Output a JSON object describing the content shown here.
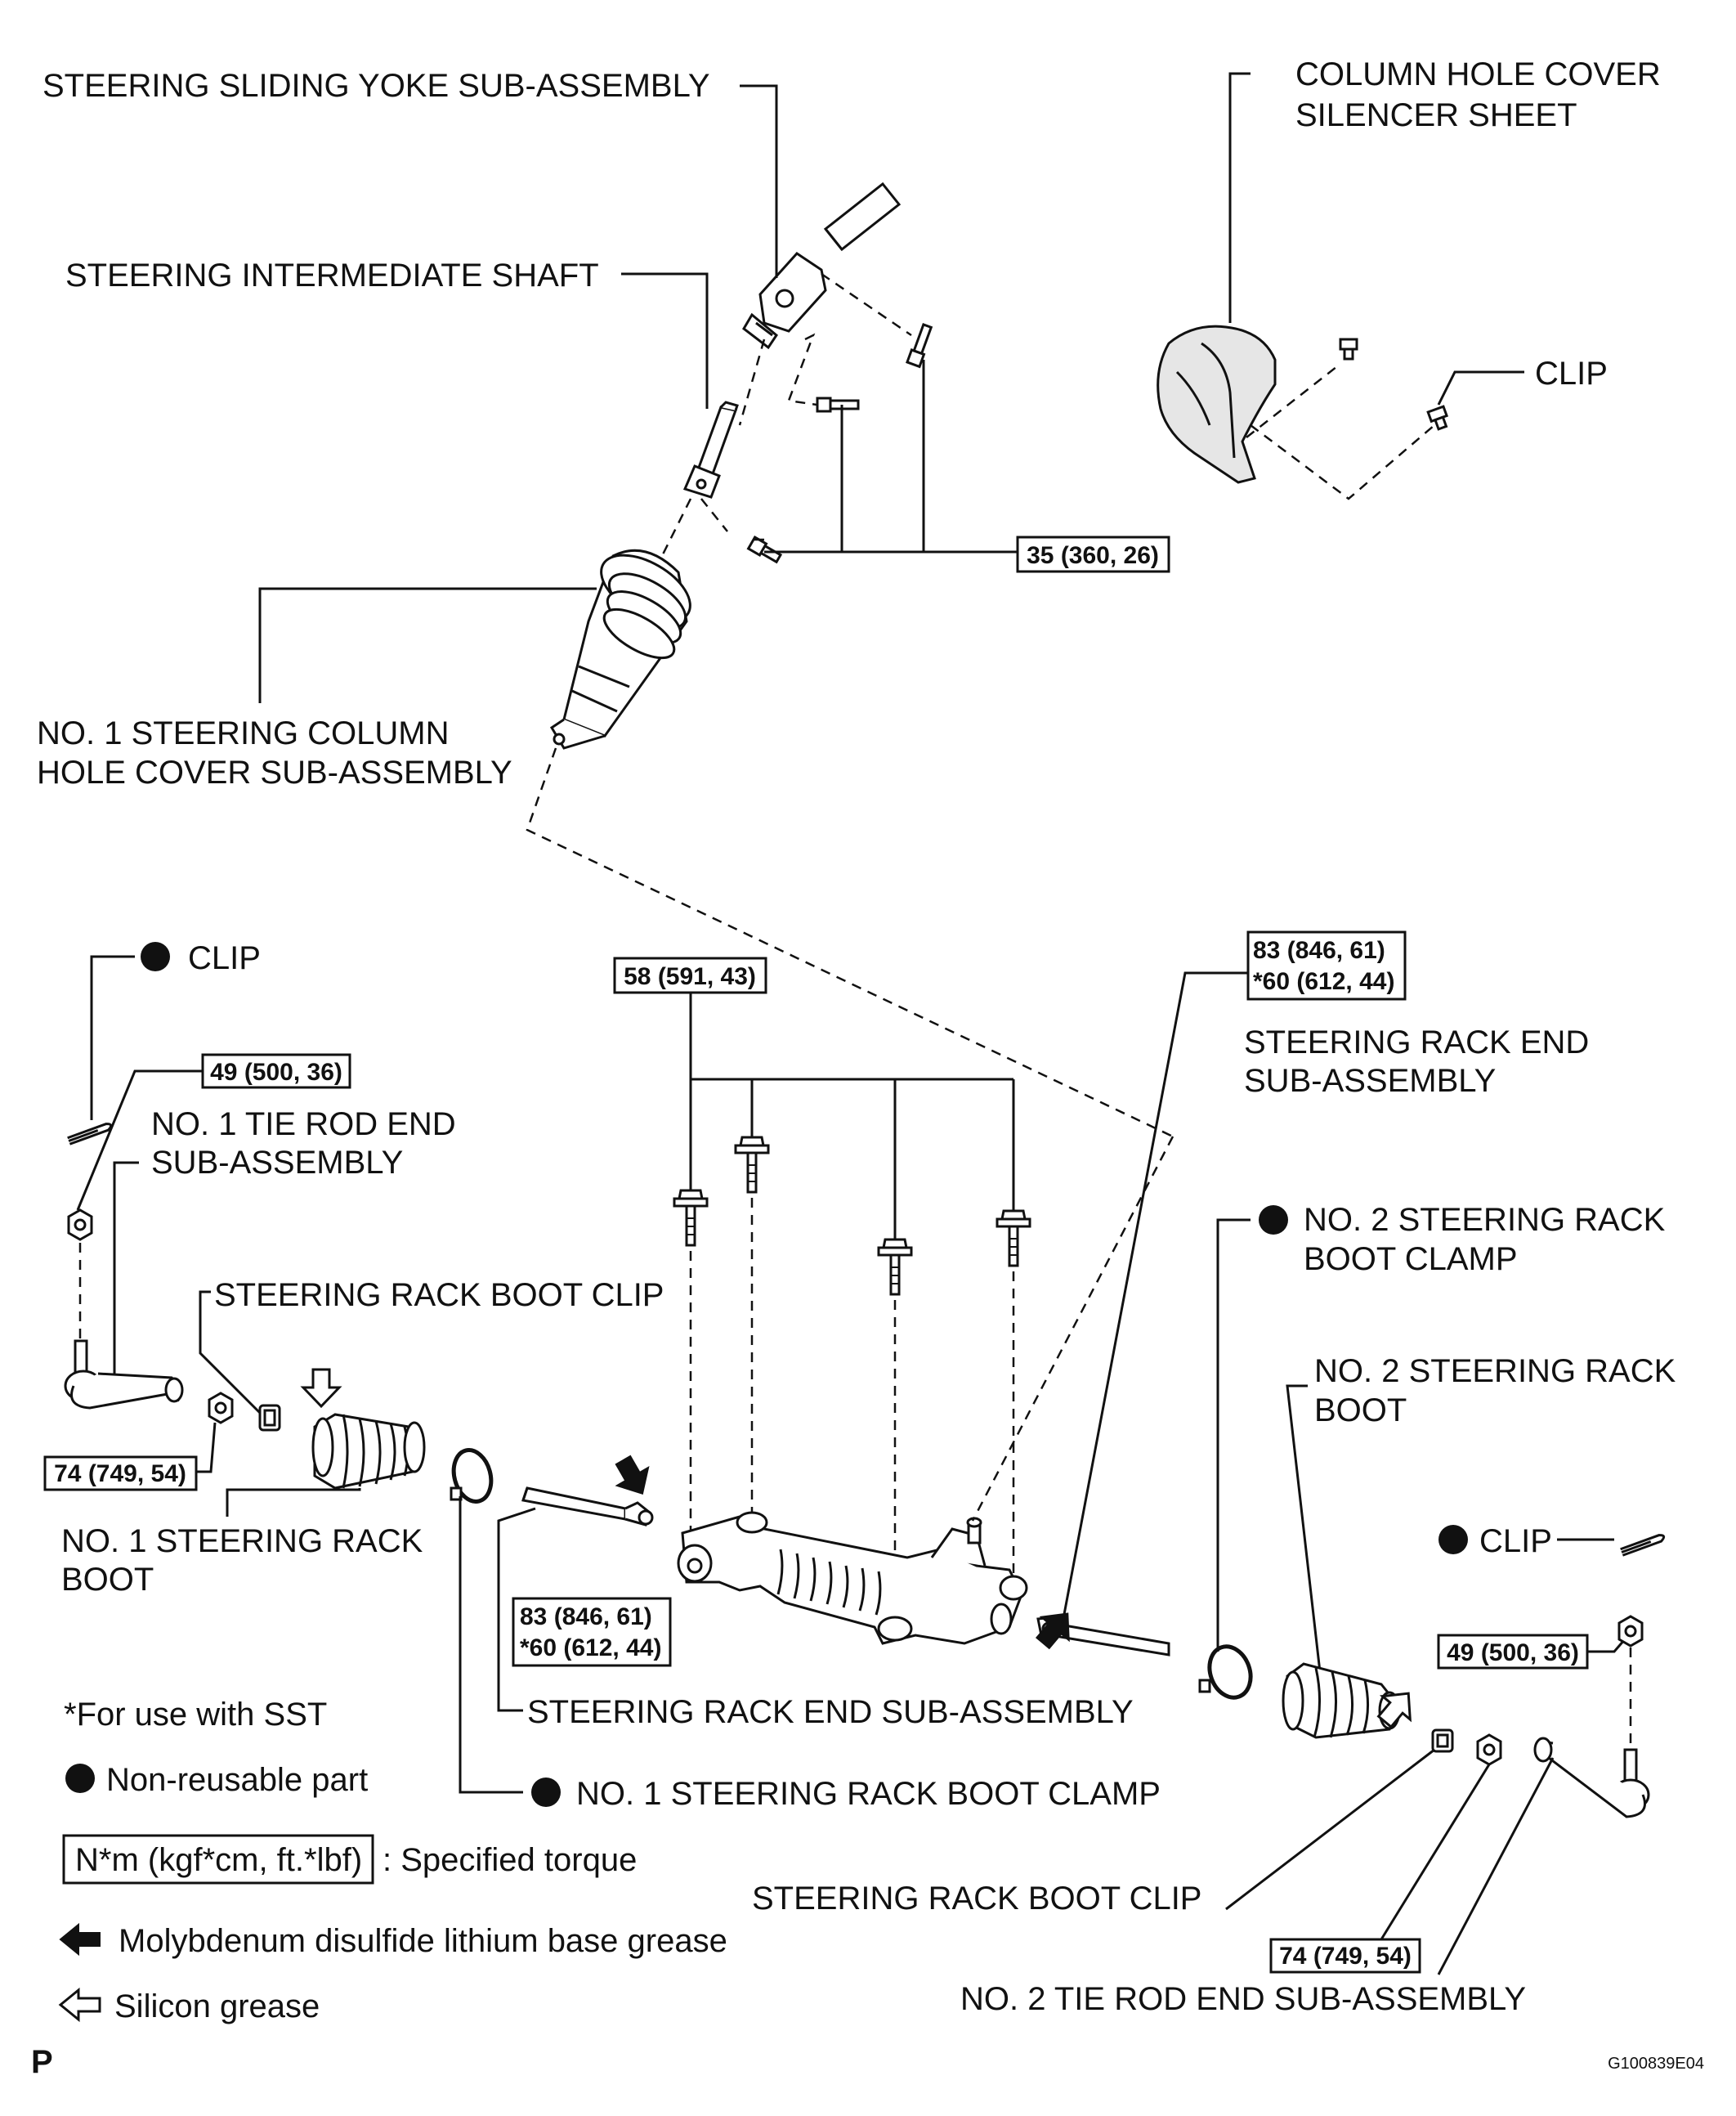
{
  "labels": {
    "sliding_yoke": "STEERING SLIDING YOKE SUB-ASSEMBLY",
    "intermediate_shaft": "STEERING INTERMEDIATE SHAFT",
    "silencer_1": "COLUMN HOLE COVER",
    "silencer_2": "SILENCER SHEET",
    "clip_top": "CLIP",
    "hole_cover_1": "NO. 1 STEERING COLUMN",
    "hole_cover_2": "HOLE COVER SUB-ASSEMBLY",
    "clip_left": "CLIP",
    "tie_rod_1_1": "NO. 1 TIE ROD END",
    "tie_rod_1_2": "SUB-ASSEMBLY",
    "rack_end_top_1": "STEERING RACK END",
    "rack_end_top_2": "SUB-ASSEMBLY",
    "boot_clamp_2_1": "NO. 2 STEERING RACK",
    "boot_clamp_2_2": "BOOT CLAMP",
    "boot_clip_left": "STEERING RACK BOOT CLIP",
    "boot_2_1": "NO. 2 STEERING RACK",
    "boot_2_2": "BOOT",
    "boot_1_1": "NO. 1 STEERING RACK",
    "boot_1_2": "BOOT",
    "clip_right": "CLIP",
    "rack_end_bottom": "STEERING RACK END SUB-ASSEMBLY",
    "boot_clamp_1": "NO. 1 STEERING RACK BOOT CLAMP",
    "boot_clip_right": "STEERING RACK BOOT CLIP",
    "tie_rod_2": "NO. 2 TIE ROD END SUB-ASSEMBLY"
  },
  "torques": {
    "t35": "35 (360, 26)",
    "t58": "58 (591, 43)",
    "t83_top_1": "83 (846, 61)",
    "t83_top_2": "*60 (612, 44)",
    "t49_left": "49 (500, 36)",
    "t74_left": "74 (749, 54)",
    "t83_bot_1": "83 (846, 61)",
    "t83_bot_2": "*60 (612, 44)",
    "t49_right": "49 (500, 36)",
    "t74_right": "74 (749, 54)"
  },
  "legend": {
    "sst": "*For use with SST",
    "nonreusable": "Non-reusable part",
    "torque_box": "N*m (kgf*cm, ft.*lbf)",
    "torque_text": ": Specified torque",
    "moly": "Molybdenum disulfide lithium base grease",
    "silicon": "Silicon grease"
  },
  "footer": {
    "page_mark": "P",
    "figure_code": "G100839E04"
  }
}
